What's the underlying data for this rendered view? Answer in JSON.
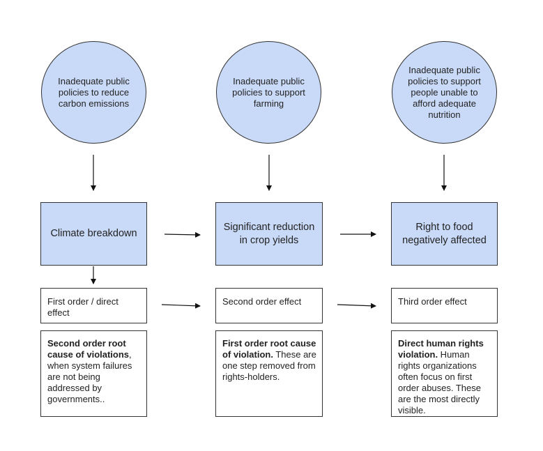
{
  "circles": [
    {
      "text": "Inadequate public policies to reduce carbon emissions"
    },
    {
      "text": "Inadequate public policies to support farming"
    },
    {
      "text": "Inadequate public policies to support people unable to afford adequate nutrition"
    }
  ],
  "effects": [
    {
      "text": "Climate breakdown"
    },
    {
      "text": "Significant reduction in crop yields"
    },
    {
      "text": "Right to food negatively affected"
    }
  ],
  "orders": [
    {
      "text": "First order / direct effect"
    },
    {
      "text": "Second order effect"
    },
    {
      "text": "Third order effect"
    }
  ],
  "descriptions": [
    {
      "bold": "Second order root cause of violations",
      "rest": ", when system failures are not being addressed by governments.."
    },
    {
      "bold": "First order root cause of violation.",
      "rest": " These are one step removed from rights-holders."
    },
    {
      "bold": "Direct human rights violation.",
      "rest": " Human rights organizations often focus on first order abuses. These are the most directly visible."
    }
  ],
  "colors": {
    "node_fill": "#c9daf8",
    "stroke": "#333333"
  }
}
